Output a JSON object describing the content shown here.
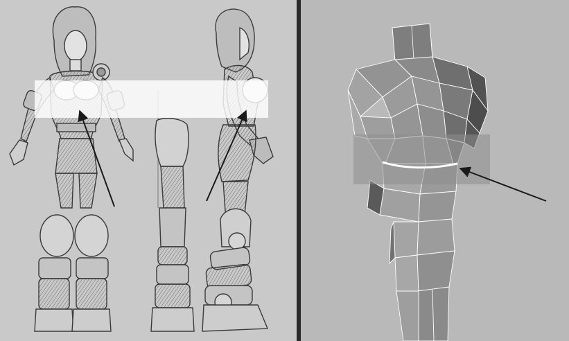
{
  "figure": {
    "left_panel": {
      "content": "character-concept-sketch",
      "views": [
        "front-view",
        "side-view"
      ]
    },
    "right_panel": {
      "content": "wireframe-mesh-viewport",
      "subject": "torso-mesh"
    },
    "colors": {
      "sketch_background": "#c9c9c9",
      "viewport_background": "#b9b9b9",
      "divider": "#2a2a2a",
      "highlight_band": "#ffffff",
      "mesh_band": "#8e8e8e",
      "arrow": "#1a1a1a",
      "mesh_edge_loop": "#ffffff"
    }
  }
}
